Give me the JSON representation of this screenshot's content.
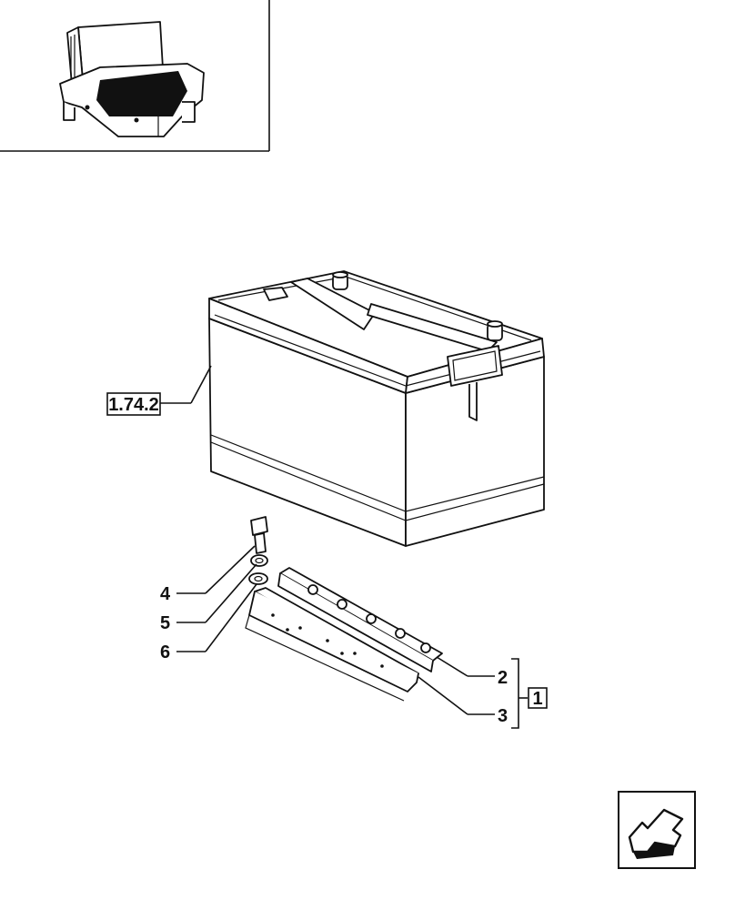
{
  "inset": {
    "thumbnail_name": "battery-location-thumbnail"
  },
  "callouts": {
    "ref_box": "1.74.2",
    "item_4": "4",
    "item_5": "5",
    "item_6": "6",
    "item_2": "2",
    "item_3": "3",
    "group_box": "1"
  },
  "nav": {
    "icon": "previous-page-arrow-icon"
  }
}
